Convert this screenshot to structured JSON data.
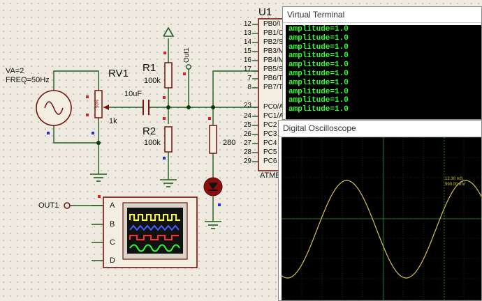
{
  "schematic": {
    "source": {
      "va": "VA=2",
      "freq": "FREQ=50Hz"
    },
    "rv1": {
      "name": "RV1",
      "value": "1k",
      "wiper": "50%"
    },
    "capacitor": {
      "value": "10uF"
    },
    "r1": {
      "name": "R1",
      "value": "100k"
    },
    "r2": {
      "name": "R2",
      "value": "100k"
    },
    "r3": {
      "value": "280"
    },
    "probe": {
      "name": "Out1"
    },
    "terminal_label": "OUT1",
    "scope_channels": [
      "A",
      "B",
      "C",
      "D"
    ],
    "mcu": {
      "name": "U1",
      "part": "ATME",
      "pins": [
        {
          "num": "12",
          "name": "PB0/I"
        },
        {
          "num": "13",
          "name": "PB1/C"
        },
        {
          "num": "14",
          "name": "PB2/S"
        },
        {
          "num": "15",
          "name": "PB3/M"
        },
        {
          "num": "16",
          "name": "PB4/M"
        },
        {
          "num": "17",
          "name": "PB5/S"
        },
        {
          "num": "7",
          "name": "PB6/T"
        },
        {
          "num": "8",
          "name": "PB7/T"
        },
        {
          "num": "23",
          "name": "PC0/A"
        },
        {
          "num": "24",
          "name": "PC1/A"
        },
        {
          "num": "25",
          "name": "PC2"
        },
        {
          "num": "26",
          "name": "PC3"
        },
        {
          "num": "27",
          "name": "PC4"
        },
        {
          "num": "28",
          "name": "PC5"
        },
        {
          "num": "29",
          "name": "PC6"
        }
      ]
    }
  },
  "virtual_terminal": {
    "title": "Virtual Terminal",
    "lines": [
      "amplitude=1.0",
      "amplitude=1.0",
      "amplitude=1.0",
      "amplitude=1.0",
      "amplitude=1.0",
      "amplitude=1.0",
      "amplitude=1.0",
      "amplitude=1.0",
      "amplitude=1.0",
      "amplitude=1.0"
    ]
  },
  "oscilloscope": {
    "title": "Digital Oscilloscope",
    "readout_time": "12.30 mS",
    "readout_volt": "990.00 mV",
    "trace_color": "#d8c24a",
    "grid_color": "#1e5a1e"
  },
  "colors": {
    "wire": "#1f5a20",
    "component": "#7a1010",
    "junction": "#0e3a10"
  }
}
